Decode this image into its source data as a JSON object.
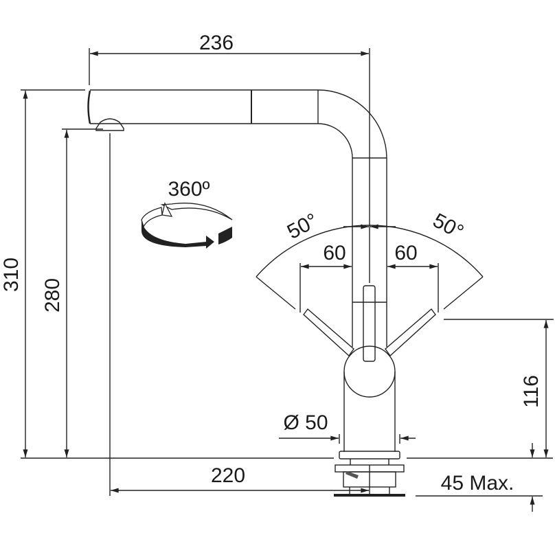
{
  "drawing": {
    "title": "Kitchen faucet dimension drawing",
    "dimensions": {
      "spout_reach": "236",
      "total_height": "310",
      "spout_height": "280",
      "rotation": "360º",
      "lever_angle_left": "50°",
      "lever_angle_right": "50°",
      "lever_offset_left": "60",
      "lever_offset_right": "60",
      "base_diameter": "Ø 50",
      "lever_height": "116",
      "projection": "220",
      "max_deck_thickness": "45 Max."
    },
    "colors": {
      "line": "#222222",
      "background": "#ffffff"
    }
  }
}
